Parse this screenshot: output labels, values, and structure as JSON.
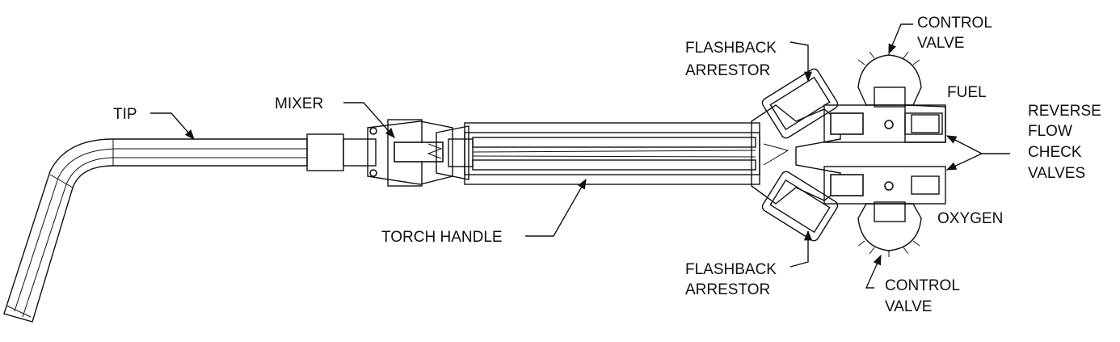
{
  "labels": {
    "tip": "TIP",
    "mixer": "MIXER",
    "torch_handle": "TORCH HANDLE",
    "flashback_top_1": "FLASHBACK",
    "flashback_top_2": "ARRESTOR",
    "control_top_1": "CONTROL",
    "control_top_2": "VALVE",
    "fuel": "FUEL",
    "reverse_1": "REVERSE",
    "reverse_2": "FLOW",
    "reverse_3": "CHECK",
    "reverse_4": "VALVES",
    "oxygen": "OXYGEN",
    "flashback_bot_1": "FLASHBACK",
    "flashback_bot_2": "ARRESTOR",
    "control_bot_1": "CONTROL",
    "control_bot_2": "VALVE"
  }
}
